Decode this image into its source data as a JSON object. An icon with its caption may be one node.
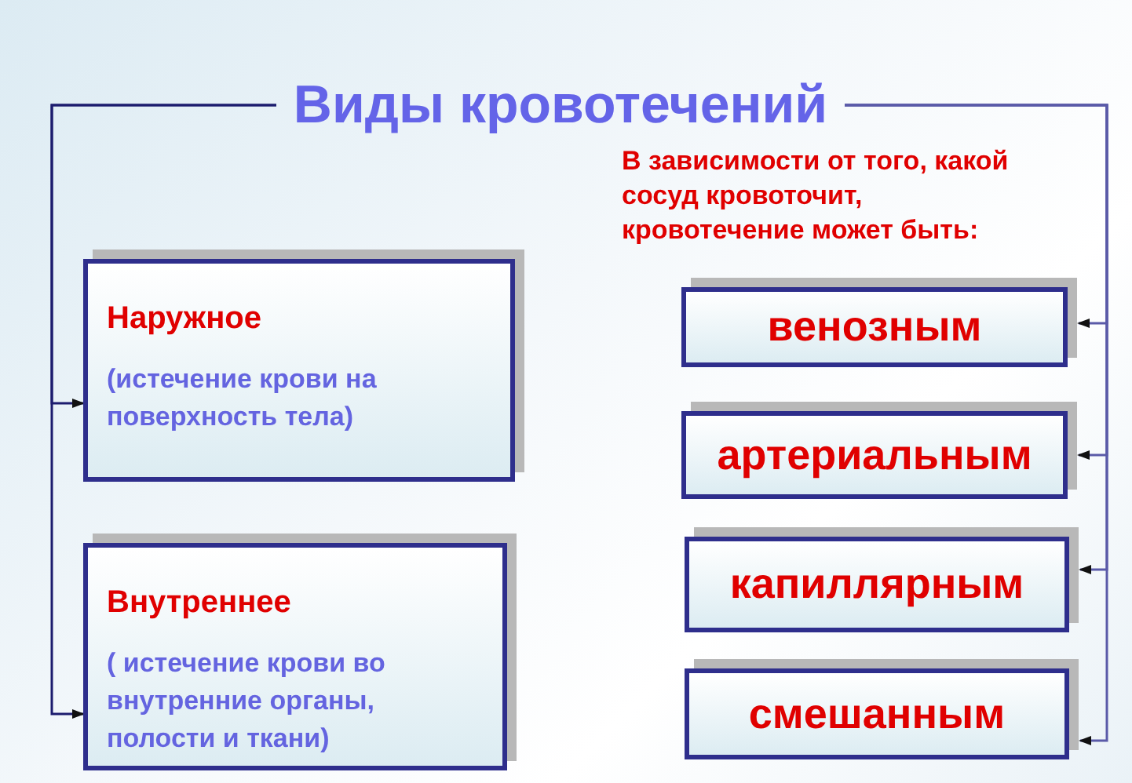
{
  "diagram": {
    "nodes": [
      {
        "text": [
          "Виды кровотечений"
        ]
      },
      {
        "text": [
          "Наружное",
          "(истечение крови на поверхность тела)"
        ]
      },
      {
        "text": [
          "Внутреннее",
          "( истечение крови во внутренние органы, полости и ткани)"
        ]
      },
      {
        "text": [
          "венозным"
        ]
      },
      {
        "text": [
          "артериальным"
        ]
      },
      {
        "text": [
          "капиллярным"
        ]
      },
      {
        "text": [
          "смешанным"
        ]
      }
    ],
    "edges": [
      {
        "from": 0,
        "to": 1,
        "arrow": "to"
      },
      {
        "from": 0,
        "to": 2,
        "arrow": "to"
      },
      {
        "from": 0,
        "to": 3,
        "arrow": "to"
      },
      {
        "from": 0,
        "to": 4,
        "arrow": "to"
      },
      {
        "from": 0,
        "to": 5,
        "arrow": "to"
      },
      {
        "from": 0,
        "to": 6,
        "arrow": "to"
      }
    ],
    "labels": [
      "В зависимости от того, какой сосуд кровоточит, кровотечение может быть:"
    ]
  }
}
